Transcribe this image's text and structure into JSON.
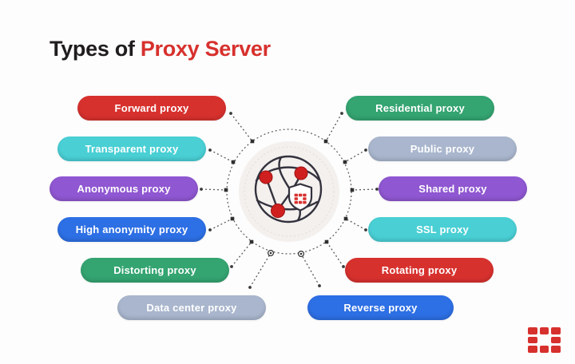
{
  "title": {
    "prefix": "Types of ",
    "highlight": "Proxy Server"
  },
  "palette": {
    "red": "#d7312e",
    "teal": "#49cfd4",
    "purple": "#8f57d1",
    "blue": "#2d6fe4",
    "green": "#34a471",
    "gray": "#a9b6cd",
    "title_dark": "#201d1e",
    "title_red": "#d7312e",
    "center_circle_fill": "#f3f0ee",
    "connector_line": "#595959",
    "globe_stroke": "#33323d",
    "globe_node_red": "#d01f1f"
  },
  "pills": {
    "left": [
      {
        "label": "Forward proxy",
        "color": "red"
      },
      {
        "label": "Transparent proxy",
        "color": "teal"
      },
      {
        "label": "Anonymous proxy",
        "color": "purple"
      },
      {
        "label": "High anonymity proxy",
        "color": "blue"
      },
      {
        "label": "Distorting proxy",
        "color": "green"
      },
      {
        "label": "Data center proxy",
        "color": "gray"
      }
    ],
    "right": [
      {
        "label": "Residential proxy",
        "color": "green"
      },
      {
        "label": "Public proxy",
        "color": "gray"
      },
      {
        "label": "Shared proxy",
        "color": "purple"
      },
      {
        "label": "SSL proxy",
        "color": "teal"
      },
      {
        "label": "Rotating proxy",
        "color": "red"
      },
      {
        "label": "Reverse proxy",
        "color": "blue"
      }
    ]
  },
  "center_icon": "globe-network-shield",
  "brand_logo": "fortinet-grid"
}
